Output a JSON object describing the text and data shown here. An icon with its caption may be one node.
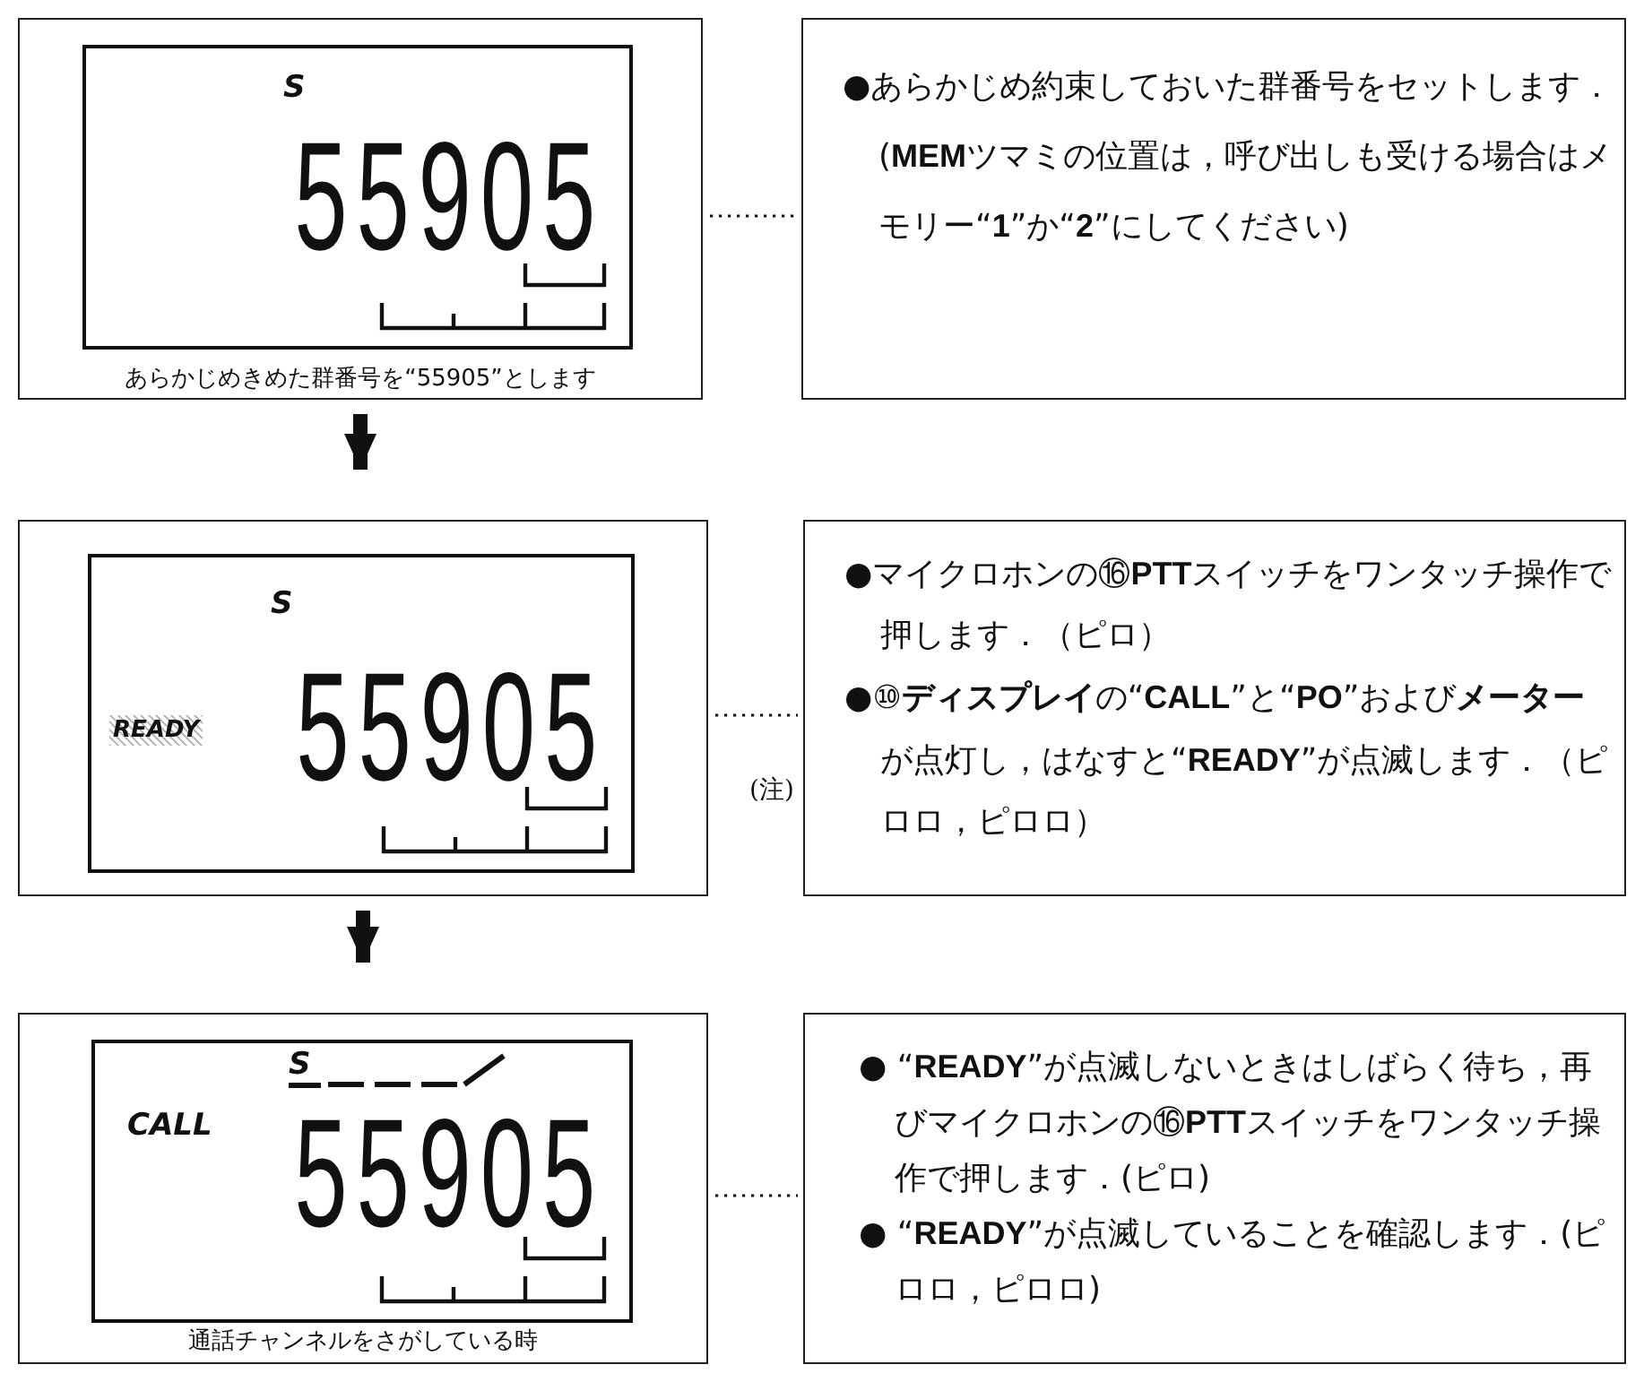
{
  "diagram": {
    "nodes": [
      {
        "text": [
          "あらかじめきめた群番号を“55905”とします"
        ]
      },
      {
        "text": [
          "S",
          "55905"
        ],
        "in": 0
      },
      {
        "text": [
          "●あらかじめ約束しておいた群番号をセットします．(**MEM**ツマミの位置は，呼び出しも受ける場合はメモリー“**1**”か“**2**”にしてください)"
        ]
      },
      {
        "text": [],
        "shape": "box"
      },
      {
        "text": [
          "S",
          "READY",
          "55905"
        ],
        "in": 3
      },
      {
        "text": [
          "●マイクロホンの⑯**PTT**スイッチをワンタッチ操作で押します．（ピロ）",
          "●⑩**ディスプレイ**の“**CALL**”と“**PO**”および**メーター**が点灯し，はなすと“**READY**”が点滅します．（ピロロ，ピロロ）"
        ],
        "beside": [
          "(注)"
        ]
      },
      {
        "text": [
          "通話チャンネルをさがしている時"
        ]
      },
      {
        "text": [
          "S",
          "CALL",
          "55905"
        ],
        "in": 6
      },
      {
        "text": [
          "● “**READY**”が点滅しないときはしばらく待ち，再びマイクロホンの⑯**PTT**スイッチをワンタッチ操作で押します．(ピロ)",
          "● “**READY**”が点滅していることを確認します．(ピロロ，ピロロ)"
        ]
      }
    ],
    "edges": [
      {
        "from": 0,
        "to": 2,
        "arrow": "none",
        "style": "dashed"
      },
      {
        "from": 0,
        "to": 3,
        "arrow": "to",
        "style": "thick"
      },
      {
        "from": 3,
        "to": 5,
        "arrow": "none",
        "style": "dashed"
      },
      {
        "from": 3,
        "to": 6,
        "arrow": "to",
        "style": "thick"
      },
      {
        "from": 6,
        "to": 8,
        "arrow": "none",
        "style": "dashed"
      }
    ]
  }
}
